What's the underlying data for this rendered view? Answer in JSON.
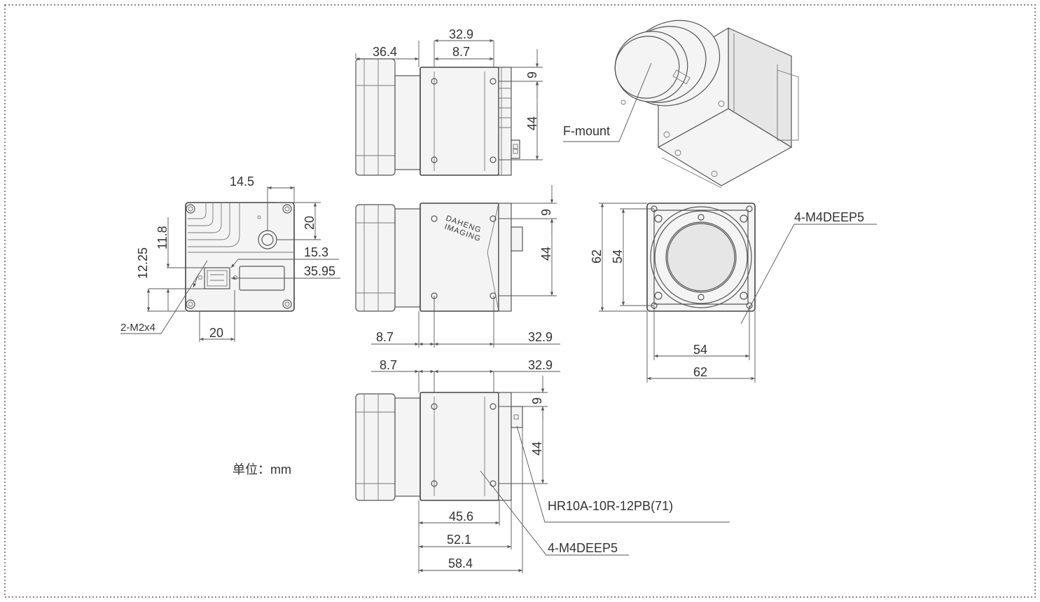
{
  "dims": {
    "top_view": {
      "d1": "32.9",
      "d2": "36.4",
      "d3": "8.7",
      "d4": "9",
      "d5": "44"
    },
    "side_view": {
      "d1": "9",
      "d2": "44",
      "d3": "8.7",
      "d4": "32.9"
    },
    "back_view": {
      "d1": "14.5",
      "d2": "20",
      "d3": "11.8",
      "d4": "12.25",
      "d5": "15.3",
      "d6": "35.95",
      "d7": "20",
      "d8": "2-M2x4"
    },
    "front_view": {
      "d1": "62",
      "d2": "54",
      "d3": "54",
      "d4": "62",
      "d5": "4-M4DEEP5"
    },
    "bottom_view": {
      "d1": "8.7",
      "d2": "32.9",
      "d3": "9",
      "d4": "44",
      "d5": "45.6",
      "d6": "52.1",
      "d7": "58.4",
      "d8": "HR10A-10R-12PB(71)",
      "d9": "4-M4DEEP5"
    },
    "iso_view": {
      "d1": "F-mount"
    }
  },
  "logo": {
    "line1": "DAHENG",
    "line2": "IMAGING"
  },
  "units_label": "单位：mm"
}
